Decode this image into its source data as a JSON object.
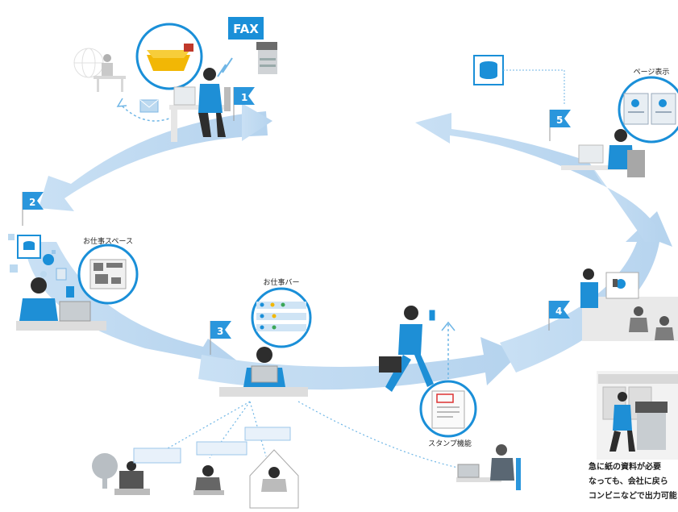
{
  "labels": {
    "fax": "FAX",
    "page_view": "ページ表示",
    "work_space": "お仕事スペース",
    "work_bar": "お仕事バー",
    "stamp": "スタンプ機能"
  },
  "steps": [
    "1",
    "2",
    "3",
    "4",
    "5"
  ],
  "caption": {
    "line1": "急に紙の資料が必要",
    "line2": "なっても、会社に戻ら",
    "line3": "コンビニなどで出力可能"
  },
  "colors": {
    "accent": "#1a8fd8",
    "accent_dark": "#0b6fb8",
    "arrow": "#c3dcf2",
    "flag": "#2a96dc",
    "skin": "#2d2d2d"
  },
  "icons": [
    "database-icon",
    "globe-icon",
    "mail-icon",
    "document-icon",
    "gear-icon",
    "phone-icon",
    "wireless-icon"
  ]
}
